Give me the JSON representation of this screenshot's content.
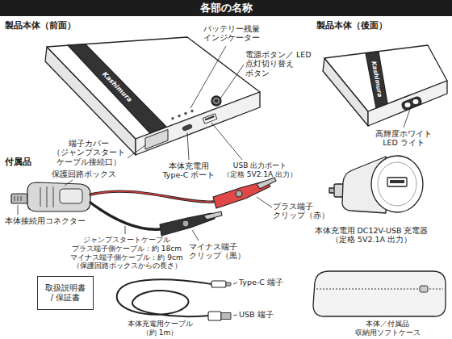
{
  "diagram": {
    "title": "各部の名称",
    "nodes": [
      {
        "text": [
          "取扱説明書 / 保証書"
        ]
      }
    ],
    "labels": [
      "製品本体（前面）",
      "製品本体（後面）",
      "バッテリー残量 インジケーター",
      "電源ボタン／ LED 点灯切り替え ボタン",
      "Kashimura",
      "端子カバー （ジャンプスタート ケーブル接続口）",
      "本体充電用 Type-C ポート",
      "USB 出力ポート （定格 5V2.1A 出力）",
      "Kashimura",
      "高輝度ホワイト LED ライト",
      "付属品",
      "保護回路ボックス",
      "本体接続用コネクター",
      "ジャンプスタートケーブル プラス端子側ケーブル：約 18cm マイナス端子側ケーブル：約 9cm （保護回路ボックスからの長さ）",
      "プラス端子 クリップ（赤）",
      "マイナス端子 クリップ（黒）",
      "本体充電用 DC12V-USB 充電器 （定格 5V2.1A 出力）",
      "Type-C 端子",
      "USB 端子",
      "本体充電用ケーブル （約 1m）",
      "本体／付属品 収納用ソフトケース"
    ]
  }
}
